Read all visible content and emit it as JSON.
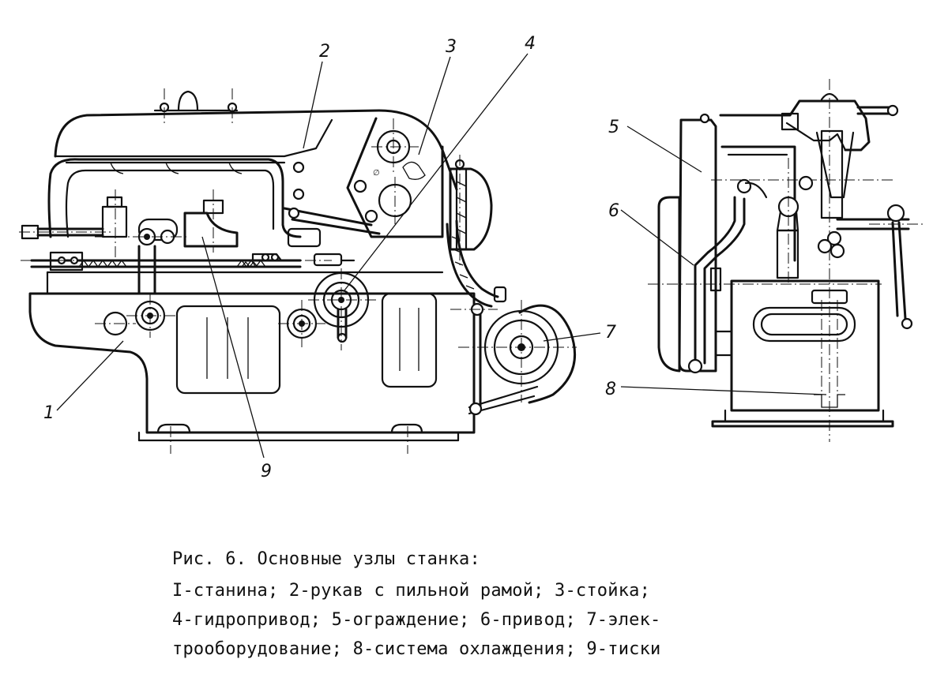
{
  "figure": {
    "callouts": [
      "1",
      "2",
      "3",
      "4",
      "5",
      "6",
      "7",
      "8",
      "9"
    ]
  },
  "caption": {
    "title": "Рис. 6. Основные узлы станка:",
    "lines": [
      "I-станина; 2-рукав с пильной рамой; 3-стойка;",
      "4-гидропривод; 5-ограждение; 6-привод; 7-элек-",
      "трооборудование; 8-система охлаждения; 9-тиски"
    ]
  }
}
